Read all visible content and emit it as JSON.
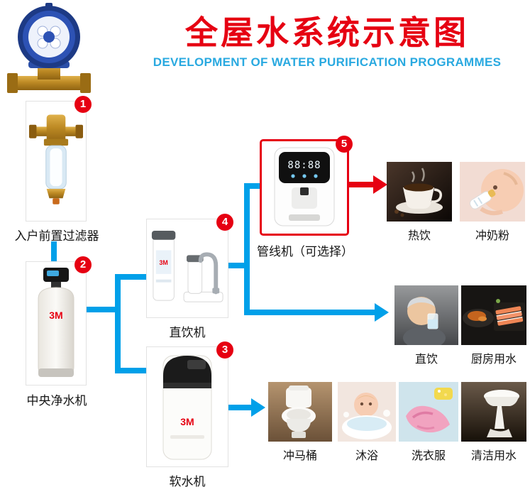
{
  "header": {
    "title": "全屋水系统示意图",
    "subtitle": "DEVELOPMENT OF WATER PURIFICATION PROGRAMMES"
  },
  "brand": "3M",
  "pipeline_display": "88:88",
  "devices": [
    {
      "badge": "1",
      "label": "入户前置过滤器"
    },
    {
      "badge": "2",
      "label": "中央净水机"
    },
    {
      "badge": "3",
      "label": "软水机"
    },
    {
      "badge": "4",
      "label": "直饮机"
    },
    {
      "badge": "5",
      "label": "管线机（可选择）"
    }
  ],
  "outputs": [
    {
      "label": "热饮"
    },
    {
      "label": "冲奶粉"
    },
    {
      "label": "直饮"
    },
    {
      "label": "厨房用水"
    },
    {
      "label": "冲马桶"
    },
    {
      "label": "沐浴"
    },
    {
      "label": "洗衣服"
    },
    {
      "label": "清洁用水"
    }
  ],
  "colors": {
    "title_red": "#e60012",
    "subtitle_blue": "#29a9e0",
    "line_blue": "#00a0e9",
    "badge_red": "#e60012"
  }
}
